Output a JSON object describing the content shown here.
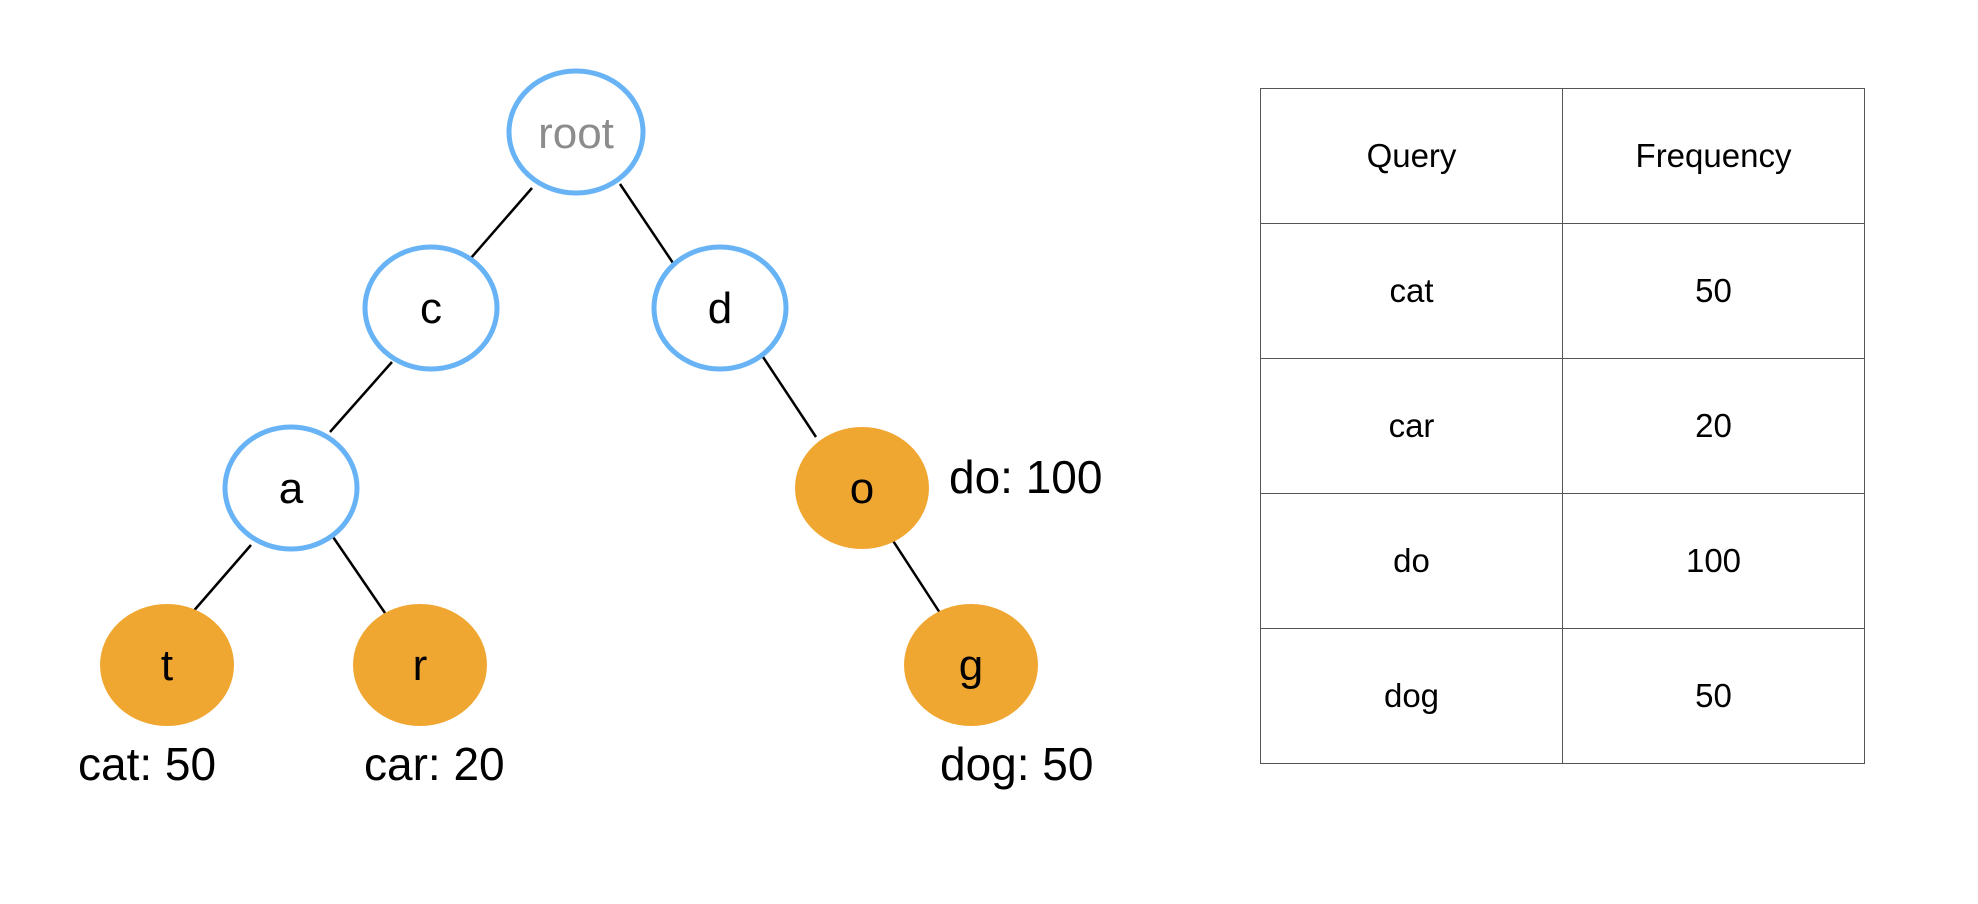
{
  "tree": {
    "nodes": {
      "root": {
        "label": "root"
      },
      "c": {
        "label": "c"
      },
      "d": {
        "label": "d"
      },
      "a": {
        "label": "a"
      },
      "o": {
        "label": "o",
        "terminal": true,
        "annotation": "do: 100"
      },
      "t": {
        "label": "t",
        "terminal": true,
        "annotation": "cat: 50"
      },
      "r": {
        "label": "r",
        "terminal": true,
        "annotation": "car: 20"
      },
      "g": {
        "label": "g",
        "terminal": true,
        "annotation": "dog: 50"
      }
    },
    "edges": [
      [
        "root",
        "c"
      ],
      [
        "root",
        "d"
      ],
      [
        "c",
        "a"
      ],
      [
        "d",
        "o"
      ],
      [
        "a",
        "t"
      ],
      [
        "a",
        "r"
      ],
      [
        "o",
        "g"
      ]
    ]
  },
  "table": {
    "headers": {
      "query": "Query",
      "frequency": "Frequency"
    },
    "rows": [
      {
        "query": "cat",
        "frequency": "50"
      },
      {
        "query": "car",
        "frequency": "20"
      },
      {
        "query": "do",
        "frequency": "100"
      },
      {
        "query": "dog",
        "frequency": "50"
      }
    ]
  },
  "colors": {
    "node_outline": "#67b3f5",
    "terminal_fill": "#f0a732",
    "edge": "#000000"
  }
}
